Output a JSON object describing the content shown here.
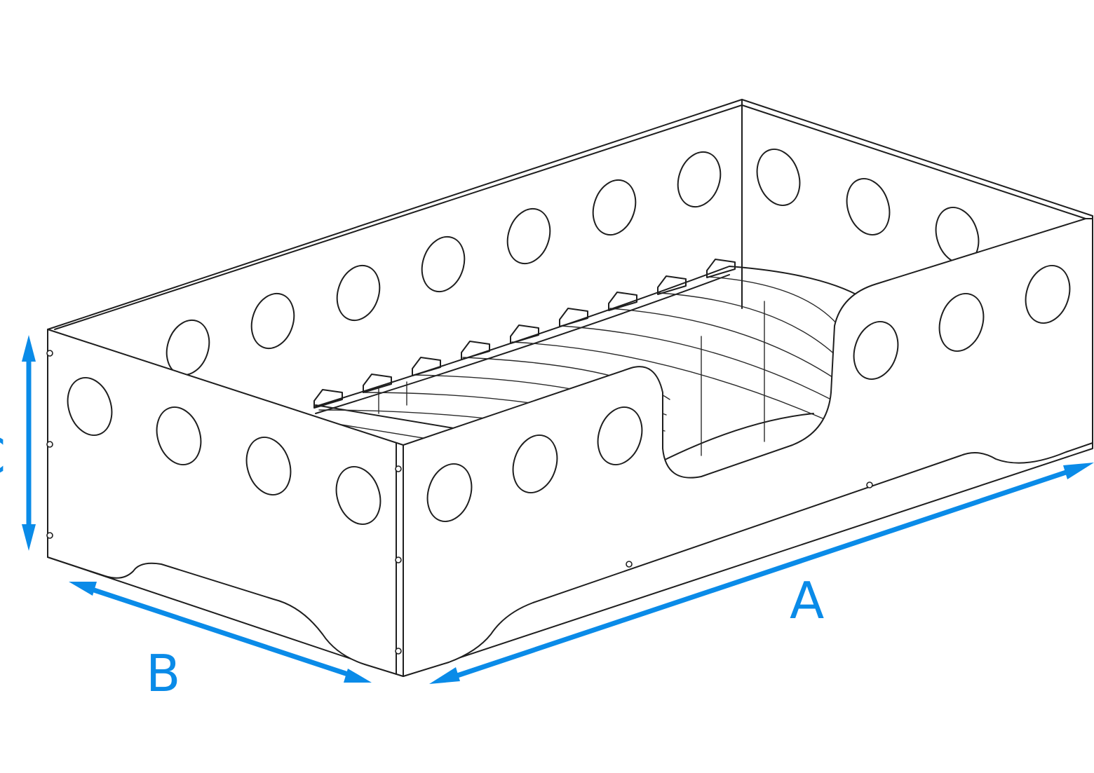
{
  "dimensions": [
    {
      "key": "length",
      "label": "A"
    },
    {
      "key": "width",
      "label": "B"
    },
    {
      "key": "height",
      "label": "C"
    }
  ],
  "colors": {
    "outline": "#1e1e1e",
    "dimension": "#0a8be8",
    "background": "#ffffff"
  }
}
